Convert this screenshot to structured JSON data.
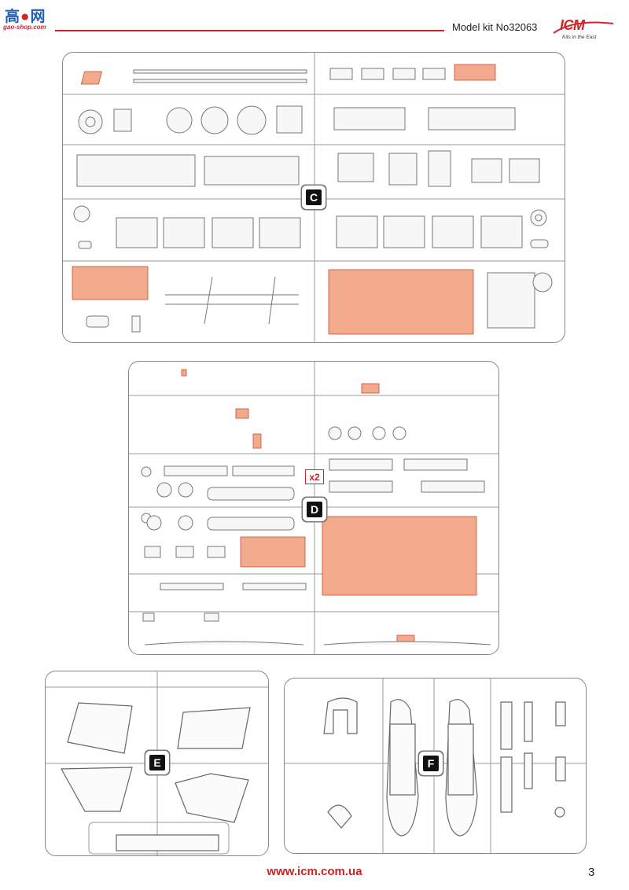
{
  "watermark": {
    "chars": [
      "高",
      "●",
      "网"
    ],
    "url": "gao-shop.com"
  },
  "header": {
    "title": "Model kit No32063"
  },
  "logo": {
    "brand": "ICM",
    "tagline": "Kits in the East"
  },
  "colors": {
    "accent": "#cc2222",
    "highlight": "#f3a98c",
    "line": "#888888",
    "badge": "#111111"
  },
  "sprues": [
    {
      "letter": "C"
    },
    {
      "letter": "D",
      "multiplier": "x2"
    },
    {
      "letter": "E"
    },
    {
      "letter": "F"
    }
  ],
  "footer": {
    "url": "www.icm.com.ua",
    "page_number": "3"
  }
}
